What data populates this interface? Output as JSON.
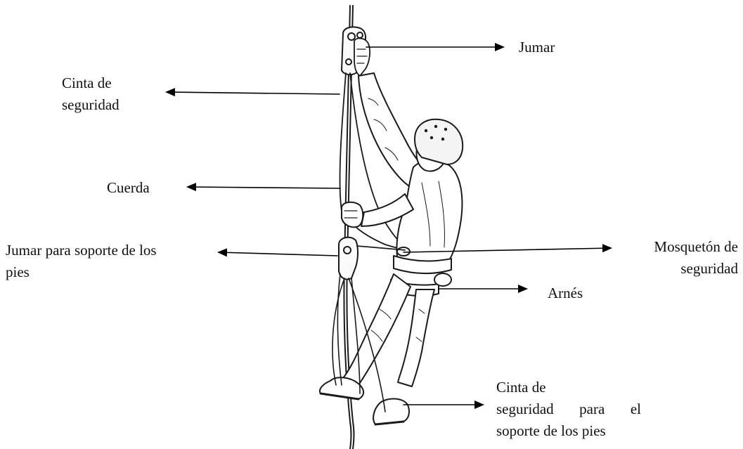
{
  "diagram": {
    "labels": {
      "jumar": "Jumar",
      "cinta_seguridad": [
        "Cinta de",
        "seguridad"
      ],
      "cuerda": "Cuerda",
      "jumar_pies": [
        "Jumar para soporte de los",
        "pies"
      ],
      "mosqueton": [
        "Mosquetón de",
        "seguridad"
      ],
      "arnes": "Arnés",
      "cinta_pies": [
        "Cinta de",
        "seguridad para el",
        "soporte de los pies"
      ]
    }
  }
}
